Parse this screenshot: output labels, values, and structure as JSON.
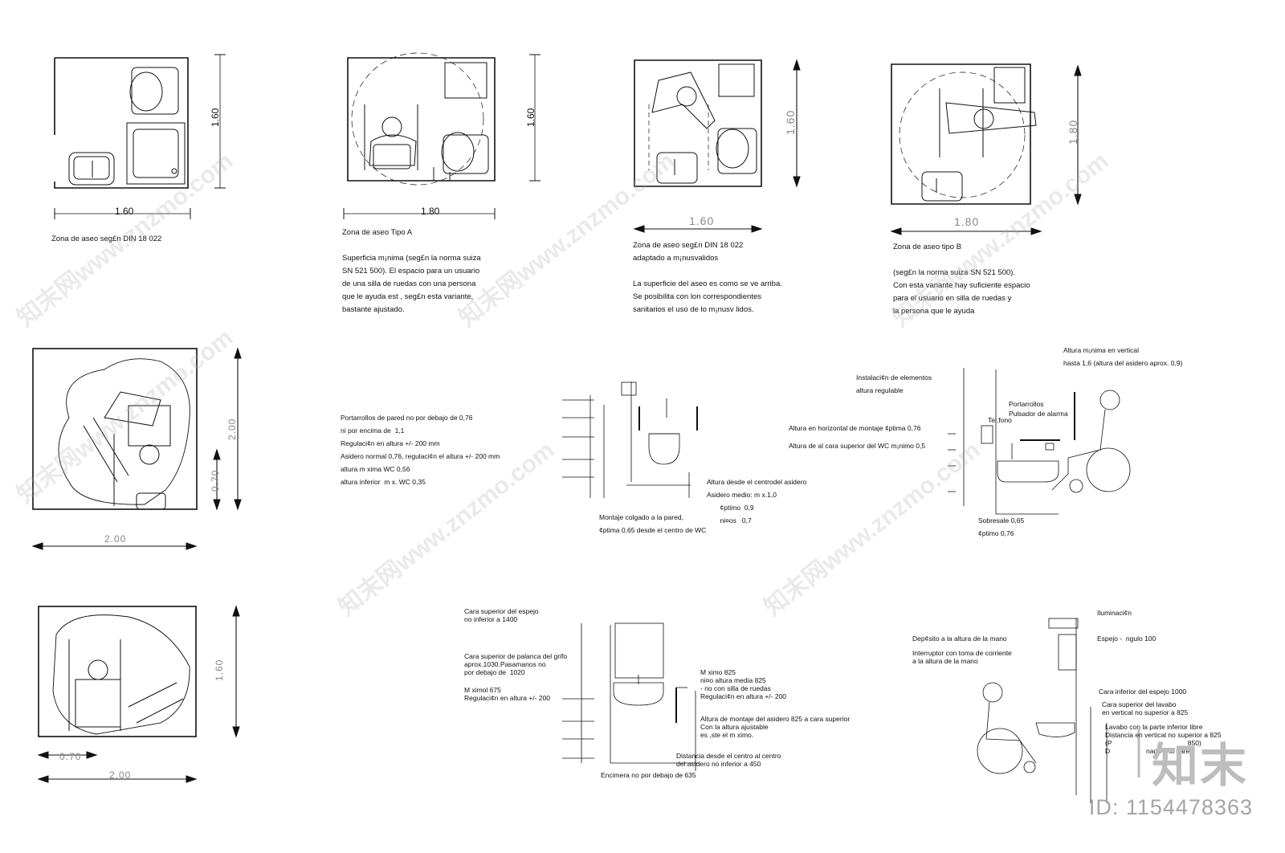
{
  "colors": {
    "line": "#111111",
    "grey_dim": "#888888",
    "watermark": "#aaaaaa"
  },
  "plans": {
    "p1": {
      "dim_w": "1.60",
      "dim_h": "1.60",
      "caption": "Zona de aseo seg£n DIN 18 022"
    },
    "p2": {
      "dim_w": "1.80",
      "dim_h": "1.60",
      "title": "Zona de aseo Tipo A",
      "desc": "Superficia m¡nima (seg£n la norma suiza\nSN 521 500). El espacio para un usuario\nde una silla de ruedas con una persona\nque le ayuda est , seg£n esta variante,\nbastante ajustado."
    },
    "p3": {
      "dim_w": "1.60",
      "dim_h": "1.60",
      "title": "Zona de aseo seg£n DIN 18 022\nadaptado a m¡nusvalidos",
      "desc": "La superficie del aseo es como se ve arriba.\nSe posibilita con lon correspondientes\nsanitarios el uso de lo m¡nusv lidos."
    },
    "p4": {
      "dim_w": "1.80",
      "dim_h": "1.80",
      "title": "Zona de aseo tipo B",
      "desc": "(seg£n la norma suiza SN 521 500).\nCon esta variante hay suficiente espacio\npara el usuario en silla de ruedas y\nla persona que le ayuda"
    },
    "p5": {
      "dim_w": "2.00",
      "dim_h": "2.00",
      "dim_h2": "0.70"
    },
    "p6": {
      "dim_w": "2.00",
      "dim_w2": "0.70",
      "dim_h": "1.60"
    }
  },
  "wc_notes": {
    "left": "Portarrollos de pared no por debajo de 0,76\nni por encima de  1,1\nRegulaci¢n en altura +/- 200 mm\nAsidero normal 0,76, regulaci¢n el altura +/- 200 mm\naltura m xima WC 0,56\naltura inferior  m x. WC 0,35",
    "right": "Altura desde el centrodel asidero\nAsidero medio: m x.1,0\n       ¢ptimo  0,9\n       ni¤os   0,7",
    "bottom": "Montaje colgado a la pared,\n¢ptima 0,65 desde el centro de WC"
  },
  "section2": {
    "instalacion": "Instalaci¢n de elementos\naltura regulable",
    "altura_minima": "Altura m¡nima en vertical\nhasta 1,6 (altura del asidero aprox. 0,9)",
    "horizontal": "Altura en horizontal de montaje ¢ptima 0,76",
    "cara_superior": "Altura de al cara superior del WC m¡nimo 0,5",
    "portarrollos": "Portarrollos\nPulsador de alarma",
    "telefono": "Tel,fono",
    "sobresale": "Sobresale 0,65\n¢ptimo 0,76"
  },
  "section3": {
    "espejo": "Cara superior del espejo\nno inferior a 1400",
    "palanca": "Cara superior de palanca del grifo\naprox.1030.Pasamanos no\npor debajo de  1020",
    "maximo": "M ximol 675\nRegulaci¢n en altura +/- 200",
    "maximo825": "M ximo 825\nni¤o altura media 825\n- no con silla de ruedas\nRegulaci¢n en altura +/- 200",
    "montaje": "Altura de montaje del asidero 825 a cara superior\nCon la altura ajustable\nes ,ste el m ximo.",
    "distancia": "Distancia desde el centro al centro\ndel asidero no inferior a 450",
    "encimera": "Encimera no por debajo de 635"
  },
  "section4": {
    "iluminacion": "Iluminaci¢n",
    "espejo_angulo": "Espejo -  ngulo 100",
    "deposito": "Dep¢sito a la altura de la mano",
    "interruptor": "Interruptor con toma de corriente\na la altura de la mano",
    "espejo_inferior": "Cara inferior del espejo 1000",
    "lavabo_sup": "Cara superior del lavabo\nen vertical no superior a 825",
    "lavabo_inf": "Lavabo con la parte inferior libre\nDistancia en vertical no superior a 825\n(P                                        850)\nD                   nado a la pared"
  },
  "watermark": {
    "text": "知末网www.znzmo.com",
    "brand": "知末",
    "id_label": "ID: 1154478363"
  }
}
